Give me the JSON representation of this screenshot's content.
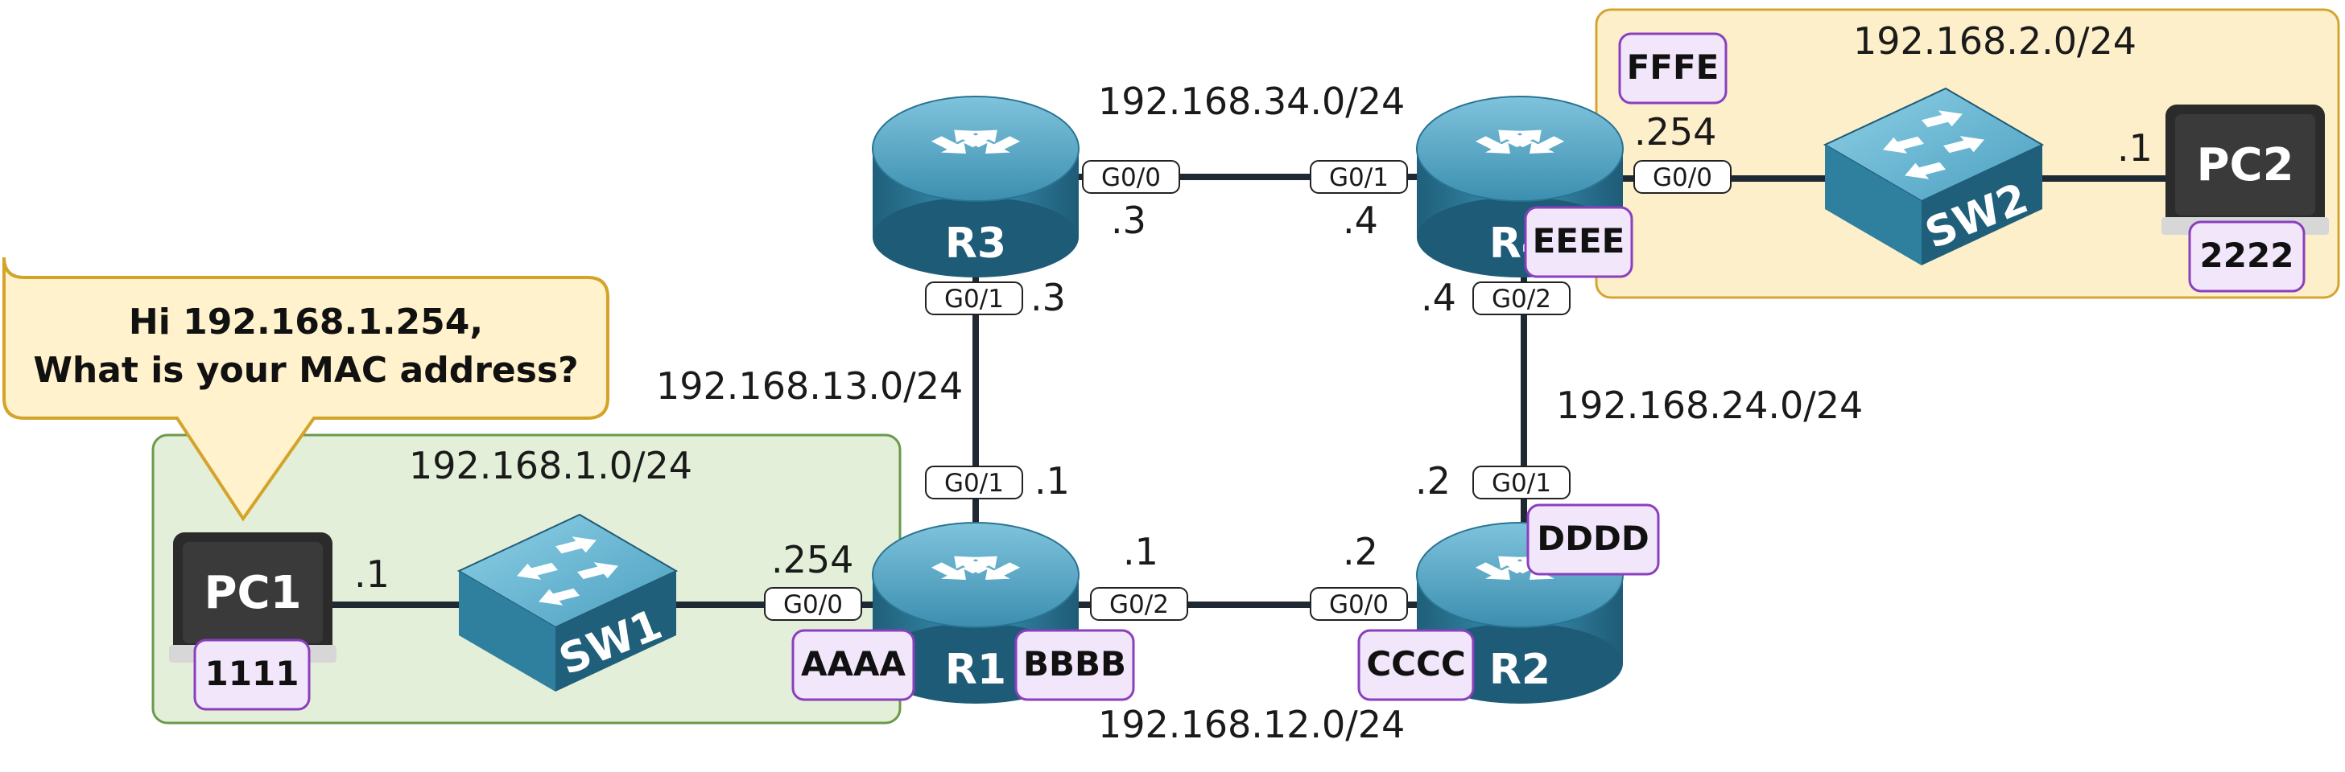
{
  "networks": {
    "lan1": "192.168.1.0/24",
    "lan2": "192.168.2.0/24",
    "r1_r2": "192.168.12.0/24",
    "r1_r3": "192.168.13.0/24",
    "r2_r4": "192.168.24.0/24",
    "r3_r4": "192.168.34.0/24"
  },
  "callout": {
    "line1": "Hi 192.168.1.254,",
    "line2": "What is your MAC address?"
  },
  "devices": {
    "pc1": {
      "label": "PC1",
      "mac": "1111",
      "ip": ".1"
    },
    "pc2": {
      "label": "PC2",
      "mac": "2222",
      "ip": ".1"
    },
    "sw1": {
      "label": "SW1"
    },
    "sw2": {
      "label": "SW2"
    },
    "r1": {
      "label": "R1",
      "macs": [
        "AAAA",
        "BBBB"
      ],
      "ports": {
        "g0_0": "G0/0",
        "g0_1": "G0/1",
        "g0_2": "G0/2"
      },
      "ips": {
        "g0_0": ".254",
        "g0_1": ".1",
        "g0_2": ".1"
      }
    },
    "r2": {
      "label": "R2",
      "macs": [
        "CCCC",
        "DDDD"
      ],
      "ports": {
        "g0_0": "G0/0",
        "g0_1": "G0/1"
      },
      "ips": {
        "g0_0": ".2",
        "g0_1": ".2"
      }
    },
    "r3": {
      "label": "R3",
      "ports": {
        "g0_0": "G0/0",
        "g0_1": "G0/1"
      },
      "ips": {
        "g0_0": ".3",
        "g0_1": ".3"
      }
    },
    "r4": {
      "label": "R4",
      "macs": [
        "EEEE",
        "FFFE"
      ],
      "ports": {
        "g0_0": "G0/0",
        "g0_1": "G0/1",
        "g0_2": "G0/2"
      },
      "ips": {
        "g0_0": ".254",
        "g0_1": ".4",
        "g0_2": ".4"
      }
    }
  },
  "colors": {
    "lan1_fill": "#e3efd9",
    "lan1_border": "#6a9a4a",
    "lan2_fill": "#fdefc9",
    "lan2_border": "#d5a531",
    "callout_fill": "#fff2cc",
    "callout_border": "#d4a32a",
    "mac_fill": "#f1e6fa",
    "mac_border": "#8a3fbf",
    "device_blue": "#2f7f9f",
    "link": "#1f2933"
  }
}
